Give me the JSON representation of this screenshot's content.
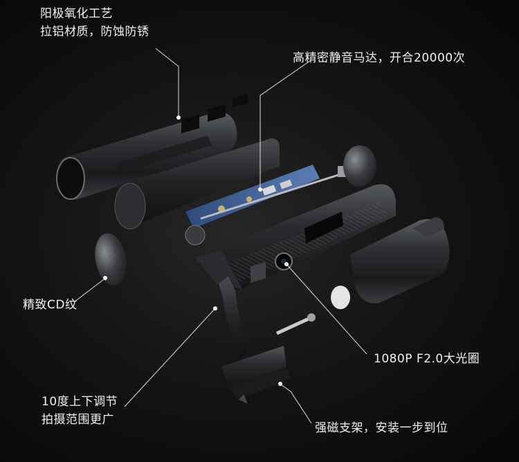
{
  "labels": {
    "anodized": {
      "line1": "阳极氧化工艺",
      "line2": "拉铝材质，防蚀防锈"
    },
    "motor": "高精密静音马达，开合20000次",
    "cd": "精致CD纹",
    "camera": "1080P F2.0大光圈",
    "tilt": {
      "line1": "10度上下调节",
      "line2": "拍摄范围更广"
    },
    "magnet": "强磁支架，安装一步到位"
  },
  "colors": {
    "background": "#0e0e0e",
    "text": "#f2f2f2",
    "pcb": "#3f5a8c",
    "metal": "#2c2e31"
  }
}
